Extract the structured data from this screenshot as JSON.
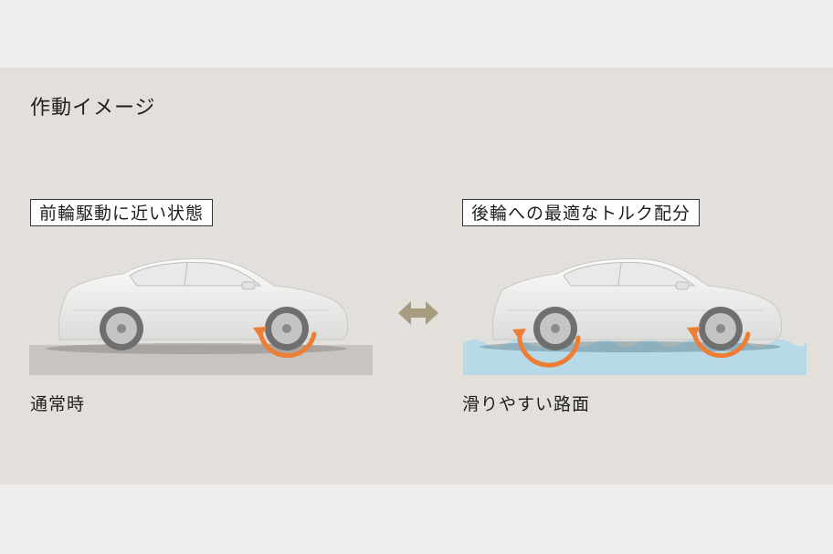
{
  "title": "作動イメージ",
  "left": {
    "tag": "前輪駆動に近い状態",
    "caption": "通常時",
    "road": "dry"
  },
  "right": {
    "tag": "後輪への最適なトルク配分",
    "caption": "滑りやすい路面",
    "road": "wet"
  },
  "colors": {
    "background": "#efeeec",
    "panel": "#e3e0dc",
    "dry_road": "#c8c4c0",
    "wet_road": "#b7d9e8",
    "torque_arrow": "#ee7d35",
    "switch_arrow": "#a89c80",
    "car_body": "#f2f2f1"
  },
  "icons": {
    "switch": "double-headed-arrow-icon",
    "torque": "rotation-arrow-icon"
  }
}
